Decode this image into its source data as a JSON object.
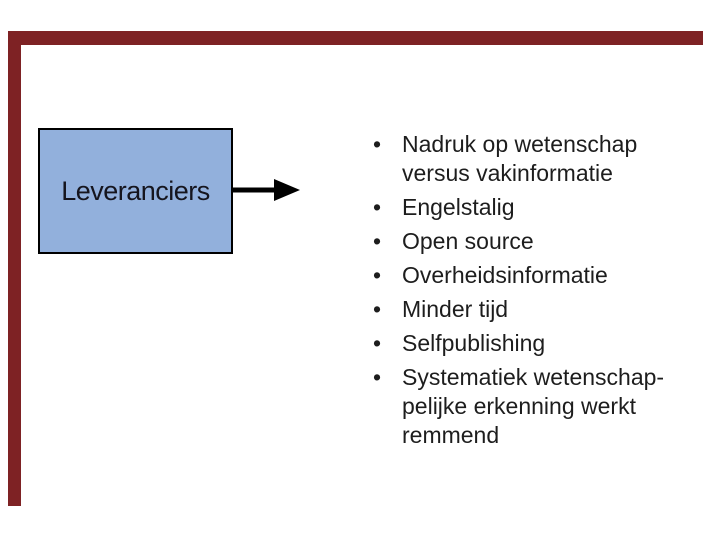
{
  "slide": {
    "background_color": "#FFFFFF",
    "accent_bars": {
      "color": "#7E2224"
    },
    "shape": {
      "label": "Leveranciers",
      "fill_color": "#92B0DC",
      "border_color": "#000000",
      "text_color": "#15151E"
    },
    "arrow": {
      "color": "#000000"
    },
    "list": {
      "marker": "•",
      "text_color": "#1D1D1D",
      "items": [
        {
          "lines": [
            "Nadruk op wetenschap",
            "versus vakinformatie"
          ]
        },
        {
          "lines": [
            "Engelstalig"
          ]
        },
        {
          "lines": [
            "Open source"
          ]
        },
        {
          "lines": [
            "Overheidsinformatie"
          ]
        },
        {
          "lines": [
            "Minder tijd"
          ]
        },
        {
          "lines": [
            "Selfpublishing"
          ]
        },
        {
          "lines": [
            "Systematiek wetenschap-",
            "pelijke erkenning werkt",
            "remmend"
          ]
        }
      ]
    }
  }
}
